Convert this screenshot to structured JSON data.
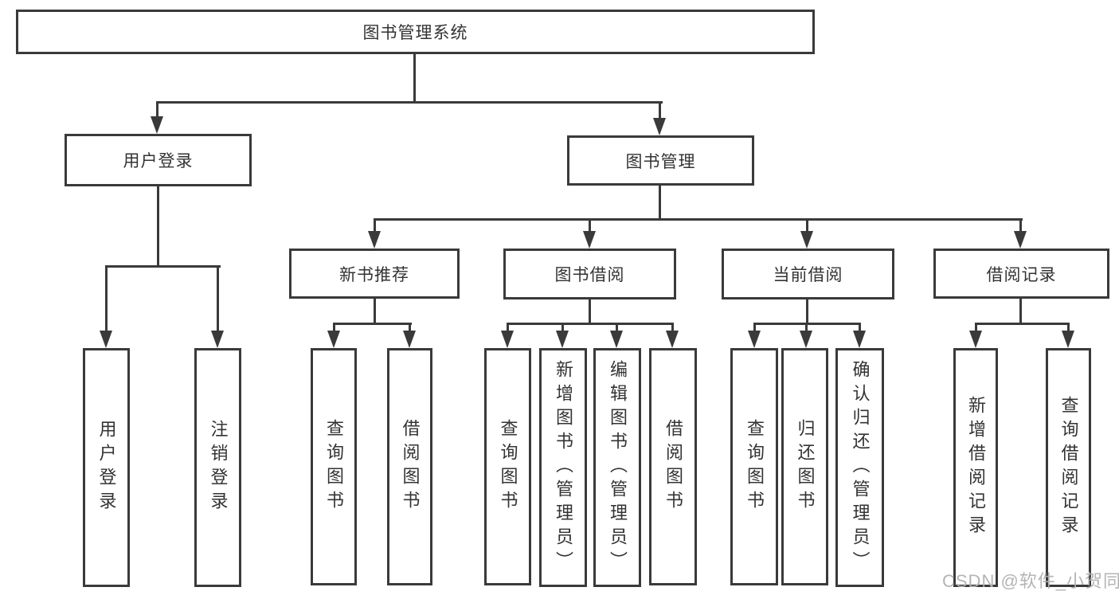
{
  "tree": {
    "root": {
      "label": "图书管理系统"
    },
    "branches": [
      {
        "label": "用户登录",
        "children": [
          {
            "label": "用户登录"
          },
          {
            "label": "注销登录"
          }
        ]
      },
      {
        "label": "图书管理",
        "children": [
          {
            "label": "新书推荐",
            "children": [
              {
                "label": "查询图书"
              },
              {
                "label": "借阅图书"
              }
            ]
          },
          {
            "label": "图书借阅",
            "children": [
              {
                "label": "查询图书"
              },
              {
                "label": "新增图书（管理员）"
              },
              {
                "label": "编辑图书（管理员）"
              },
              {
                "label": "借阅图书"
              }
            ]
          },
          {
            "label": "当前借阅",
            "children": [
              {
                "label": "查询图书"
              },
              {
                "label": "归还图书"
              },
              {
                "label": "确认归还（管理员）"
              }
            ]
          },
          {
            "label": "借阅记录",
            "children": [
              {
                "label": "新增借阅记录"
              },
              {
                "label": "查询借阅记录"
              }
            ]
          }
        ]
      }
    ]
  },
  "watermark": {
    "text": "CSDN @软件_小贺同学"
  },
  "colors": {
    "line": "#3a3a3a",
    "text": "#333333",
    "background": "#ffffff",
    "watermark": "#b0b0b0"
  }
}
